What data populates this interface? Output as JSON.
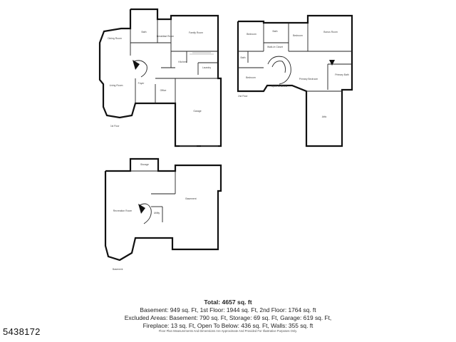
{
  "floors": {
    "first": {
      "label": "1st Floor",
      "rooms": {
        "dining": "Dining Room",
        "family": "Family Room",
        "kitchen": "Kitchen",
        "breakfast": "Breakfast Room",
        "living": "Living Room",
        "foyer": "Foyer",
        "office": "Office",
        "laundry": "Laundry",
        "garage": "Garage",
        "bath": "Bath"
      }
    },
    "second": {
      "label": "2nd Floor",
      "rooms": {
        "bed1": "Bedroom",
        "bed2": "Bedroom",
        "bed3": "Bedroom",
        "bonus": "Bonus Room",
        "primary": "Primary Bedroom",
        "wic": "Walk-In Closet",
        "bath1": "Bath",
        "bath2": "Bath",
        "primary_bath": "Primary Bath",
        "open_below": "Open to Below",
        "attic": "Attic"
      }
    },
    "basement": {
      "label": "Basement",
      "rooms": {
        "storage": "Storage",
        "rec": "Recreation Room",
        "basement": "Basement",
        "utility": "Utility"
      }
    }
  },
  "summary": {
    "total": "Total: 4657 sq. ft",
    "line1": "Basement: 949 sq. Ft, 1st Floor: 1944 sq. Ft, 2nd Floor: 1764 sq. ft",
    "line2": "Excluded Areas: Basement: 790 sq. Ft, Storage: 69 sq. Ft, Garage: 619 sq. Ft,",
    "line3": "Fireplace: 13 sq. Ft, Open To Below: 436 sq. Ft, Walls: 355 sq. ft"
  },
  "disclaimer": "Floor Plan Measurements And Dimensions Are Approximate And Provided For Illustrative Purposes Only.",
  "listing_id": "5438172"
}
